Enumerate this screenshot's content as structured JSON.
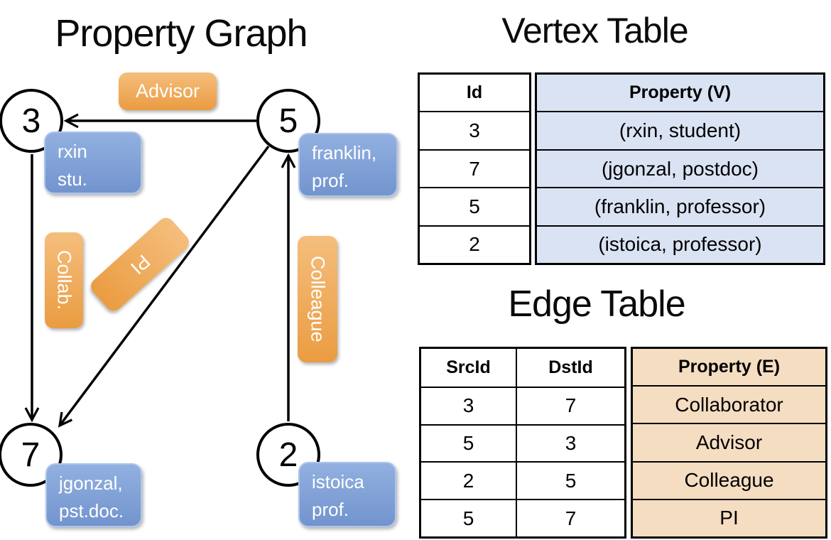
{
  "graph": {
    "title": "Property Graph",
    "nodes": [
      {
        "id": "3",
        "props": [
          "rxin",
          "stu."
        ]
      },
      {
        "id": "5",
        "props": [
          "franklin,",
          "prof."
        ]
      },
      {
        "id": "7",
        "props": [
          "jgonzal,",
          "pst.doc."
        ]
      },
      {
        "id": "2",
        "props": [
          "istoica",
          "prof."
        ]
      }
    ],
    "edges": [
      {
        "src": "5",
        "dst": "3",
        "label": "Advisor"
      },
      {
        "src": "3",
        "dst": "7",
        "label": "Collab."
      },
      {
        "src": "5",
        "dst": "7",
        "label": "PI"
      },
      {
        "src": "2",
        "dst": "5",
        "label": "Colleague"
      }
    ]
  },
  "vertex_table": {
    "title": "Vertex Table",
    "columns": [
      "Id",
      "Property (V)"
    ],
    "rows": [
      [
        "3",
        "(rxin, student)"
      ],
      [
        "7",
        "(jgonzal, postdoc)"
      ],
      [
        "5",
        "(franklin, professor)"
      ],
      [
        "2",
        "(istoica, professor)"
      ]
    ]
  },
  "edge_table": {
    "title": "Edge Table",
    "columns": [
      "SrcId",
      "DstId",
      "Property (E)"
    ],
    "rows": [
      [
        "3",
        "7",
        "Collaborator"
      ],
      [
        "5",
        "3",
        "Advisor"
      ],
      [
        "2",
        "5",
        "Colleague"
      ],
      [
        "5",
        "7",
        "PI"
      ]
    ]
  },
  "colors": {
    "orange": "#EA9C41",
    "orange_light": "#F5BE7D",
    "blue": "#7294CE",
    "blue_light": "#92B0E0",
    "vertex_property_fill": "#DAE3F3",
    "edge_property_fill": "#F5DDC2"
  }
}
